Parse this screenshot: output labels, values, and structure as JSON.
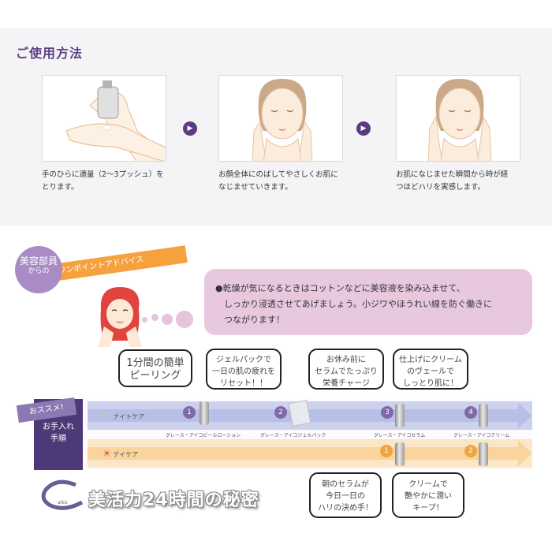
{
  "usage": {
    "title": "ご使用方法",
    "steps": [
      {
        "text": "手のひらに適量（2～3プッシュ）を\nとります。"
      },
      {
        "text": "お顔全体にのばしてやさしくお肌に\nなじませていきます。"
      },
      {
        "text": "お肌になじませた瞬間から時が経\nつほどハリを実感します。"
      }
    ]
  },
  "advice": {
    "badge_line1": "美容部員",
    "badge_line2": "からの",
    "strip": "ワンポイントアドバイス",
    "text": "●乾燥が気になるときはコットンなどに美容液を染み込ませて、\n　しっかり浸透させてあげましょう。小ジワやほうれい線を防ぐ働きに\n　つながります！"
  },
  "bubbles": {
    "b1": "1分間の簡単\nピーリング",
    "b2": "ジェルパックで\n一日の肌の疲れを\nリセット！！",
    "b3": "お休み前に\nセラムでたっぷり\n栄養チャージ",
    "b4": "仕上げにクリーム\nのヴェールで\nしっとり肌に！",
    "b5": "朝のセラムが\n今日一日の\nハリの決め手！",
    "b6": "クリームで\n艶やかに潤い\nキープ！"
  },
  "routine": {
    "osusume": "おススメ!",
    "label": "お手入れ\n手順",
    "night_label": "ナイトケア",
    "day_label": "デイケア",
    "night_numbers": [
      "1",
      "2",
      "3",
      "4"
    ],
    "day_numbers": [
      "1",
      "2"
    ],
    "products": [
      "グレース・アイコピールローション",
      "グレース・アイコジェルパック",
      "グレース・アイコセラム",
      "グレース・アイコクリーム"
    ]
  },
  "footer": {
    "title": "美活力24時間の秘密",
    "logo": "aiko"
  },
  "colors": {
    "accent_purple": "#5a3c83",
    "advice_pink": "#e8c8df",
    "orange": "#f6a13e",
    "night_lane": "#ccd2ee",
    "day_lane": "#fbe6c6"
  }
}
